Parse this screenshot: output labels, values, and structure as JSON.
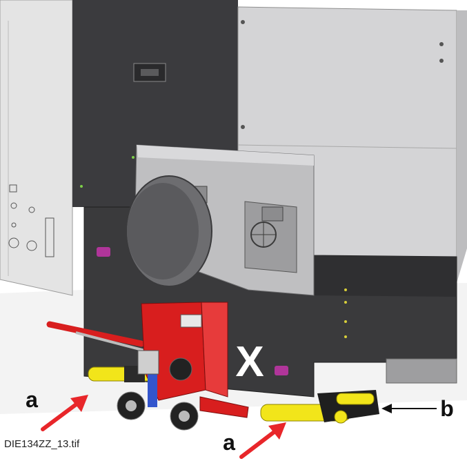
{
  "labels": {
    "x_mark": "X",
    "a_left": "a",
    "a_bottom": "a",
    "b_right": "b"
  },
  "caption": {
    "file_name": "DIE134ZZ_13.tif"
  },
  "colors": {
    "arrow_red": "#e8262a",
    "jack_red": "#d81e1e",
    "roller_yellow": "#f2e51a",
    "machine_dark": "#3b3b3e",
    "machine_light": "#d9d9d9",
    "panel_grey": "#c4c4c6",
    "accent_magenta": "#b0359a"
  }
}
